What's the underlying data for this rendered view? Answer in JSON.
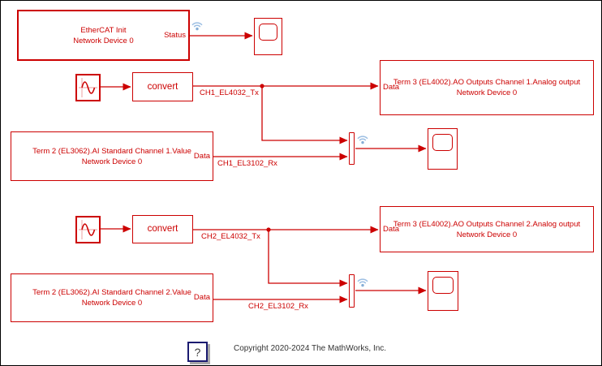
{
  "colors": {
    "diagram_red": "#cc0000",
    "wifi_badge_blue": "#9dbfe3",
    "help_border_navy": "#1b1b70",
    "annotation_text": "#333333",
    "background": "#ffffff"
  },
  "blocks": {
    "ethercat_init": {
      "line1": "EtherCAT Init",
      "line2": "Network Device 0",
      "port_out": "Status"
    },
    "convert1": {
      "label": "convert"
    },
    "convert2": {
      "label": "convert"
    },
    "term3_ch1": {
      "line1": "Term 3 (EL4002).AO Outputs Channel 1.Analog output",
      "line2": "Network Device 0",
      "port_in": "Data"
    },
    "term2_ch1": {
      "line1": "Term 2 (EL3062).AI Standard Channel 1.Value",
      "line2": "Network Device 0",
      "port_out": "Data"
    },
    "term3_ch2": {
      "line1": "Term 3 (EL4002).AO Outputs Channel 2.Analog output",
      "line2": "Network Device 0",
      "port_in": "Data"
    },
    "term2_ch2": {
      "line1": "Term 2 (EL3062).AI Standard Channel 2.Value",
      "line2": "Network Device 0",
      "port_out": "Data"
    },
    "help": {
      "label": "?"
    }
  },
  "signals": {
    "ch1_tx": "CH1_EL4032_Tx",
    "ch1_rx": "CH1_EL3102_Rx",
    "ch2_tx": "CH2_EL4032_Tx",
    "ch2_rx": "CH2_EL3102_Rx"
  },
  "icons": {
    "wifi_badges": [
      "signal-logging-wifi-icon-status",
      "signal-logging-wifi-icon-ch1",
      "signal-logging-wifi-icon-ch2"
    ],
    "sine_sources": [
      "sine-wave-icon-ch1",
      "sine-wave-icon-ch2"
    ],
    "scopes": [
      "scope-icon-status",
      "scope-icon-ch1",
      "scope-icon-ch2"
    ]
  },
  "annotations": {
    "copyright": "Copyright 2020-2024 The MathWorks, Inc."
  }
}
